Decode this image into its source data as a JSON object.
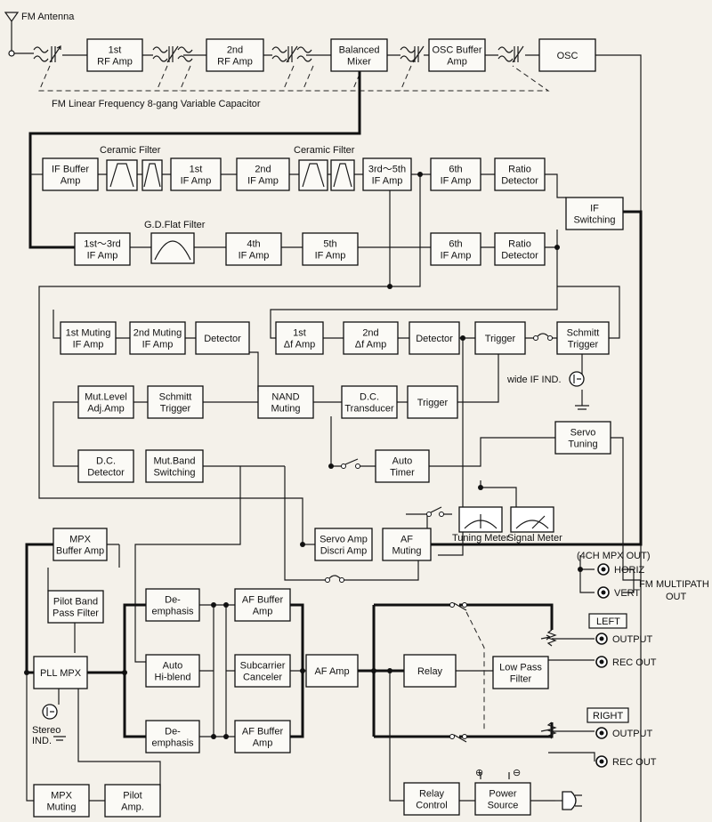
{
  "labels": {
    "fm_antenna": "FM Antenna",
    "gang_cap": "FM Linear Frequency 8-gang Variable Capacitor",
    "ceramic_filter_1": "Ceramic Filter",
    "ceramic_filter_2": "Ceramic Filter",
    "gd_flat_filter": "G.D.Flat Filter",
    "wide_if_ind": "wide IF IND.",
    "tuning_meter": "Tuning Meter",
    "signal_meter": "Signal Meter",
    "four_ch_mpx": "(4CH MPX OUT)",
    "horiz": "HORIZ",
    "vert": "VERT",
    "fm_multipath_1": "FM MULTIPATH",
    "fm_multipath_2": "OUT",
    "left": "LEFT",
    "right": "RIGHT",
    "left_output": "OUTPUT",
    "left_rec_out": "REC OUT",
    "right_output": "OUTPUT",
    "right_rec_out": "REC OUT",
    "stereo_ind_1": "Stereo",
    "stereo_ind_2": "IND.",
    "plus": "⊕",
    "minus": "⊖"
  },
  "blocks": {
    "rf1": [
      "1st",
      "RF Amp"
    ],
    "rf2": [
      "2nd",
      "RF Amp"
    ],
    "mixer": [
      "Balanced",
      "Mixer"
    ],
    "oscbuf": [
      "OSC Buffer",
      "Amp"
    ],
    "osc": [
      "OSC"
    ],
    "ifbuf": [
      "IF Buffer",
      "Amp"
    ],
    "if1": [
      "1st",
      "IF Amp"
    ],
    "if2": [
      "2nd",
      "IF Amp"
    ],
    "if35": [
      "3rd～5th",
      "IF Amp"
    ],
    "if6a": [
      "6th",
      "IF Amp"
    ],
    "ratio1": [
      "Ratio",
      "Detector"
    ],
    "ifsw": [
      "IF",
      "Switching"
    ],
    "if13": [
      "1st～3rd",
      "IF Amp"
    ],
    "if4": [
      "4th",
      "IF Amp"
    ],
    "if5": [
      "5th",
      "IF Amp"
    ],
    "if6b": [
      "6th",
      "IF Amp"
    ],
    "ratio2": [
      "Ratio",
      "Detector"
    ],
    "mut1": [
      "1st Muting",
      "IF Amp"
    ],
    "mut2": [
      "2nd Muting",
      "IF Amp"
    ],
    "det1": [
      "Detector"
    ],
    "df1": [
      "1st",
      "Δf Amp"
    ],
    "df2": [
      "2nd",
      "Δf Amp"
    ],
    "det2": [
      "Detector"
    ],
    "trig1": [
      "Trigger"
    ],
    "schmitt1": [
      "Schmitt",
      "Trigger"
    ],
    "mutlevel": [
      "Mut.Level",
      "Adj.Amp"
    ],
    "schmitt2": [
      "Schmitt",
      "Trigger"
    ],
    "nand": [
      "NAND",
      "Muting"
    ],
    "dct": [
      "D.C.",
      "Transducer"
    ],
    "trig2": [
      "Trigger"
    ],
    "servo": [
      "Servo",
      "Tuning"
    ],
    "dcdet": [
      "D.C.",
      "Detector"
    ],
    "mutband": [
      "Mut.Band",
      "Switching"
    ],
    "autotimer": [
      "Auto",
      "Timer"
    ],
    "servoamp": [
      "Servo Amp",
      "Discri Amp"
    ],
    "afmute": [
      "AF",
      "Muting"
    ],
    "mpxbuf": [
      "MPX",
      "Buffer Amp"
    ],
    "pilotbpf": [
      "Pilot Band",
      "Pass Filter"
    ],
    "deemph1": [
      "De-",
      "emphasis"
    ],
    "afbuf1": [
      "AF Buffer",
      "Amp"
    ],
    "pllmpx": [
      "PLL MPX"
    ],
    "autohb": [
      "Auto",
      "Hi-blend"
    ],
    "subcarrier": [
      "Subcarrier",
      "Canceler"
    ],
    "afamp": [
      "AF Amp"
    ],
    "relay": [
      "Relay"
    ],
    "lpf": [
      "Low Pass",
      "Filter"
    ],
    "deemph2": [
      "De-",
      "emphasis"
    ],
    "afbuf2": [
      "AF Buffer",
      "Amp"
    ],
    "mpxmute": [
      "MPX",
      "Muting"
    ],
    "pilotamp": [
      "Pilot",
      "Amp."
    ],
    "relayctl": [
      "Relay",
      "Control"
    ],
    "power": [
      "Power",
      "Source"
    ]
  }
}
